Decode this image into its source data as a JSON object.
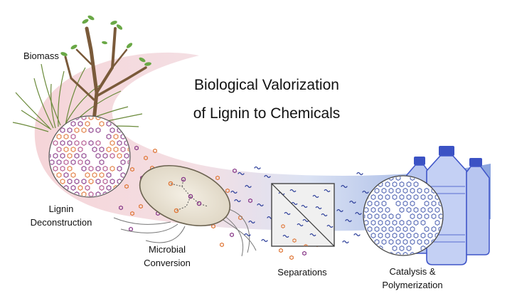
{
  "title": {
    "line1": "Biological Valorization",
    "line2": "of Lignin to Chemicals"
  },
  "stages": {
    "biomass": "Biomass",
    "lignin_deconstruction": {
      "line1": "Lignin",
      "line2": "Deconstruction"
    },
    "microbial_conversion": {
      "line1": "Microbial",
      "line2": "Conversion"
    },
    "separations": "Separations",
    "catalysis": {
      "line1": "Catalysis &",
      "line2": "Polymerization"
    }
  },
  "colors": {
    "band_start": "#f2c4c8",
    "band_end": "#8ea6de",
    "hex_orange": "#e07a3c",
    "hex_purple": "#8a3c8a",
    "hex_blue": "#4a5fb0",
    "squiggle": "#2d3f9a",
    "bottle": "#3f55c8",
    "membrane": "#aaaaaa"
  }
}
